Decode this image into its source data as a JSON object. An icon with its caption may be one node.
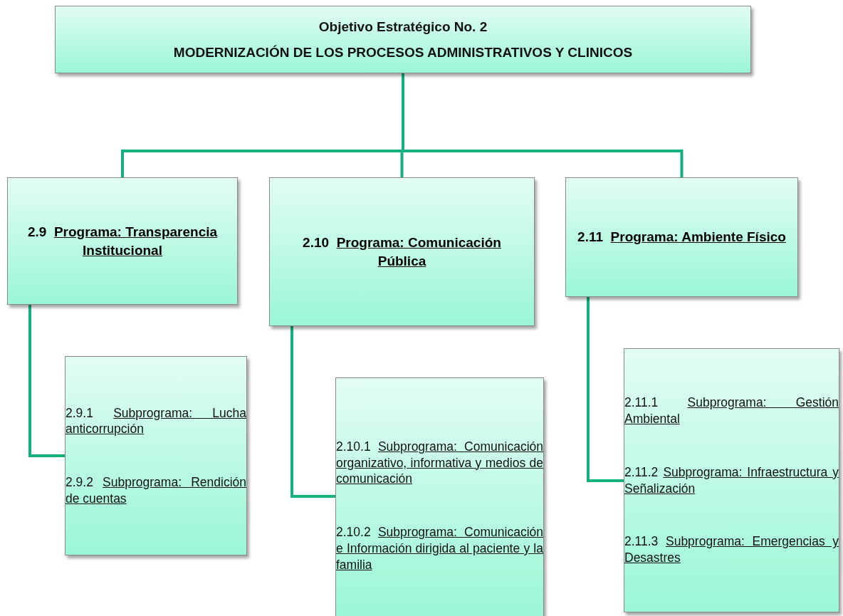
{
  "diagram": {
    "nodes": [
      {
        "text": [
          "Objetivo Estratégico No. 2",
          "MODERNIZACIÓN  DE LOS PROCESOS ADMINISTRATIVOS Y CLINICOS"
        ]
      },
      {
        "text": [
          "2.9",
          "Programa: Transparencia Institucional"
        ]
      },
      {
        "text": [
          "2.10",
          "Programa: Comunicación Pública"
        ]
      },
      {
        "text": [
          "2.11",
          "Programa: Ambiente Físico"
        ]
      },
      {
        "text": [
          "2.9.1",
          "Subprograma: Lucha anticorrupción",
          "2.9.2",
          "Subprograma: Rendición de cuentas"
        ]
      },
      {
        "text": [
          "2.10.1",
          "Subprograma: Comunicación organizativo, informativa y medios de comunicación",
          "2.10.2",
          "Subprograma: Comunicación e Información dirigida al paciente y la familia"
        ]
      },
      {
        "text": [
          "2.11.1",
          "Subprograma: Gestión Ambiental",
          "2.11.2",
          "Subprograma: Infraestructura y Señalización",
          "2.11.3",
          "Subprograma: Emergencias y Desastres"
        ]
      }
    ],
    "edges": [
      {
        "from": 0,
        "to": 1,
        "arrow": "none"
      },
      {
        "from": 0,
        "to": 2,
        "arrow": "none"
      },
      {
        "from": 0,
        "to": 3,
        "arrow": "none"
      },
      {
        "from": 1,
        "to": 4,
        "arrow": "none"
      },
      {
        "from": 2,
        "to": 5,
        "arrow": "none"
      },
      {
        "from": 3,
        "to": 6,
        "arrow": "none"
      }
    ]
  }
}
